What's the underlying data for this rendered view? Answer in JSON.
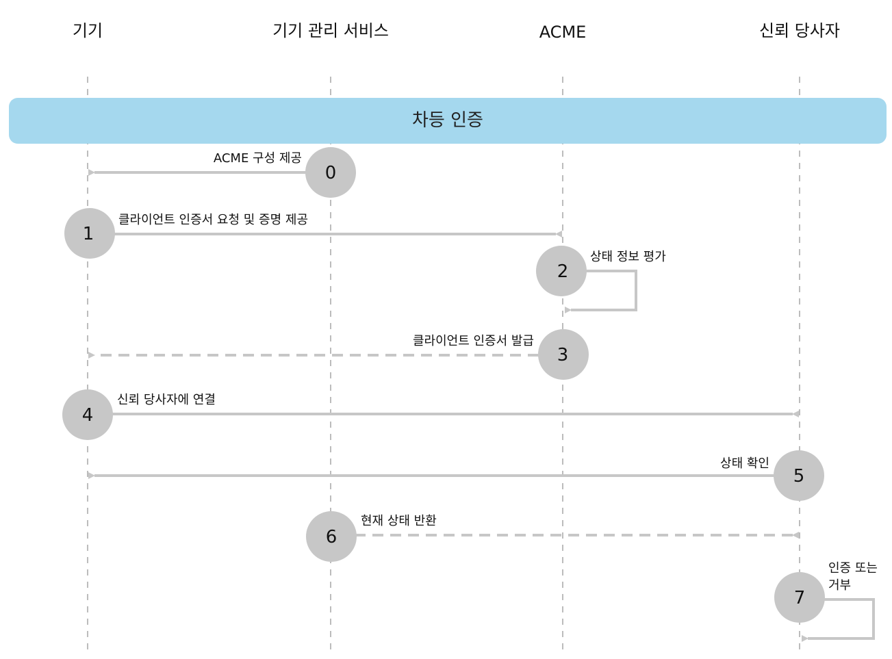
{
  "colors": {
    "lifeline": "#a6a6a6",
    "arrow": "#c7c7c7",
    "circle": "#c7c7c7",
    "banner": "#a5d8ee",
    "text": "#111111"
  },
  "actors": [
    {
      "id": "device",
      "label": "기기"
    },
    {
      "id": "mdm",
      "label": "기기 관리 서비스"
    },
    {
      "id": "acme",
      "label": "ACME"
    },
    {
      "id": "rp",
      "label": "신뢰 당사자"
    }
  ],
  "banner": {
    "label": "차등 인증"
  },
  "steps": [
    {
      "number": "0",
      "label": "ACME 구성 제공",
      "from": "mdm",
      "to": "device",
      "style": "solid"
    },
    {
      "number": "1",
      "label": "클라이언트 인증서 요청 및 증명 제공",
      "from": "device",
      "to": "acme",
      "style": "solid"
    },
    {
      "number": "2",
      "label": "상태 정보 평가",
      "from": "acme",
      "to": "acme",
      "style": "self"
    },
    {
      "number": "3",
      "label": "클라이언트 인증서 발급",
      "from": "acme",
      "to": "device",
      "style": "dashed"
    },
    {
      "number": "4",
      "label": "신뢰 당사자에 연결",
      "from": "device",
      "to": "rp",
      "style": "solid"
    },
    {
      "number": "5",
      "label": "상태 확인",
      "from": "rp",
      "to": "device",
      "style": "solid"
    },
    {
      "number": "6",
      "label": "현재 상태 반환",
      "from": "mdm",
      "to": "rp",
      "style": "dashed"
    },
    {
      "number": "7",
      "label_lines": [
        "인증 또는",
        "거부"
      ],
      "from": "rp",
      "to": "rp",
      "style": "self"
    }
  ]
}
